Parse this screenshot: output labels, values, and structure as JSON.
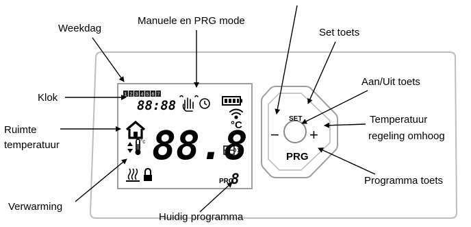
{
  "labels": {
    "weekdag": "Weekdag",
    "manuele": "Manuele en PRG mode",
    "set_toets": "Set toets",
    "aan_uit": "Aan/Uit toets",
    "klok": "Klok",
    "temp_regeling_1": "Temperatuur",
    "temp_regeling_2": "regeling omhoog",
    "ruimte_1": "Ruimte",
    "ruimte_2": "temperatuur",
    "programma_toets": "Programma toets",
    "verwarming": "Verwarming",
    "huidig": "Huidig programma"
  },
  "display": {
    "days": [
      "1",
      "2",
      "3",
      "4",
      "5",
      "6",
      "7"
    ],
    "clock": "88:88",
    "temperature": "88.8",
    "celsius": "°C",
    "small_celsius": "°c",
    "prg": "PRG",
    "program_digit": "8"
  },
  "buttons": {
    "set": "SET",
    "minus": "−",
    "plus": "+",
    "prg": "PRG"
  }
}
